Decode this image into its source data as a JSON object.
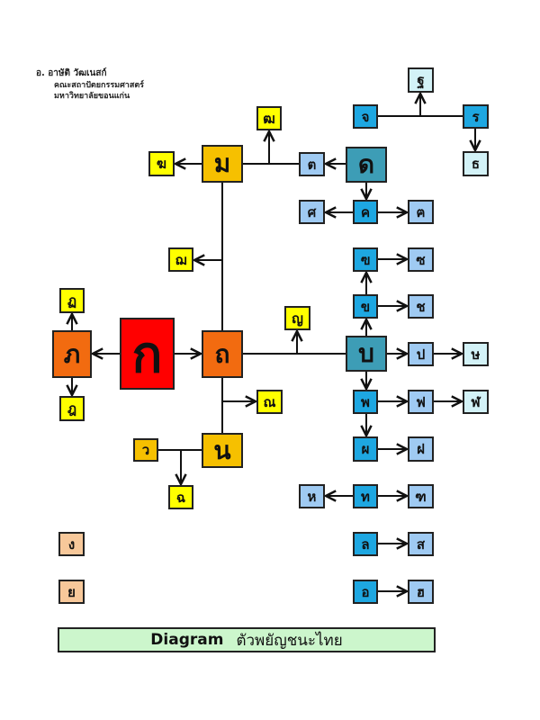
{
  "header": {
    "author": "อ. อาษัติ วัฒเนสก์",
    "faculty": "คณะสถาปัตยกรรมศาสตร์",
    "university": "มหาวิทยาลัยขอนแก่น"
  },
  "letters": {
    "ko": "ก",
    "pho_sam": "ภ",
    "to_patak": "ฏ",
    "do_chada": "ฎ",
    "tho_thung": "ถ",
    "mo": "ม",
    "kho_rakhang": "ฆ",
    "tho_phuthao": "ฒ",
    "cho_choe": "ฌ",
    "yo_ying": "ญ",
    "no_nen": "ณ",
    "no_nu": "น",
    "wo": "ว",
    "cho_ching": "ฉ",
    "do_dek": "ด",
    "to_tao": "ต",
    "kho_khwai": "ค",
    "so_sala": "ศ",
    "kho_khon": "ฅ",
    "cho_chan": "จ",
    "ro": "ร",
    "tho_than": "ฐ",
    "tho_thong": "ธ",
    "kho_khuat": "ฃ",
    "so_so": "ซ",
    "kho_khai": "ข",
    "cho_chang": "ช",
    "bo": "บ",
    "po": "ป",
    "so_rusi": "ษ",
    "pho_phan": "พ",
    "fo_fan": "ฟ",
    "lo_chula": "ฬ",
    "pho_phueng": "ผ",
    "fo_fa": "ฝ",
    "ho_hip": "ห",
    "tho_thahan": "ท",
    "tho_montho": "ฑ",
    "lo_ling": "ล",
    "so_suea": "ส",
    "o_ang": "อ",
    "ho_nokhuk": "ฮ",
    "ngo": "ง",
    "yo_yak": "ย"
  },
  "banner": {
    "title_en": "Diagram",
    "title_th": "ตัวพยัญชนะไทย"
  },
  "colors": {
    "red": "#ff0000",
    "orange": "#f26b10",
    "gold": "#f6c000",
    "yellow": "#ffff00",
    "teal": "#3d9db6",
    "blue": "#1ea7e1",
    "light_blue": "#9fcaf2",
    "cyan": "#d3f2f7",
    "peach": "#f7c89a",
    "banner": "#ccf6cc"
  }
}
